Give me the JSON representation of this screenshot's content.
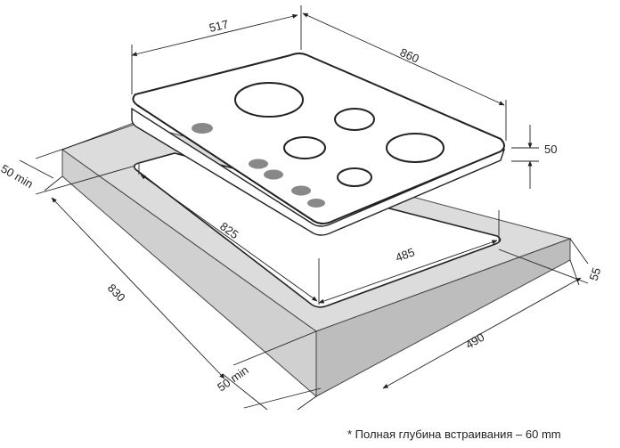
{
  "dimensions": {
    "hob_width": "517",
    "hob_depth": "860",
    "hob_height": "50",
    "cutout_length": "825",
    "cutout_width": "485",
    "countertop_depth": "830",
    "countertop_width": "490",
    "side_clearance": "55",
    "clearance_back": "50 min",
    "clearance_front": "50 min"
  },
  "note": "* Полная глубина встраивания – 60 mm",
  "colors": {
    "countertop": "#d9d9d9",
    "burner_knob": "#888888",
    "line": "#222222"
  }
}
